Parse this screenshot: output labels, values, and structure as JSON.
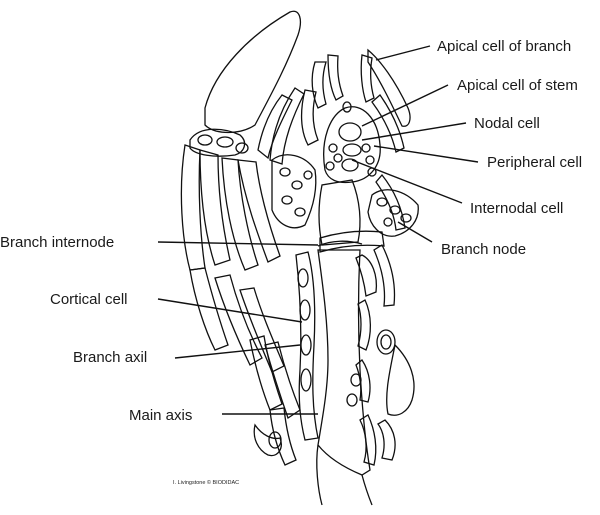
{
  "labels": {
    "apical_branch": "Apical cell of branch",
    "apical_stem": "Apical cell of stem",
    "nodal": "Nodal cell",
    "peripheral": "Peripheral cell",
    "internodal": "Internodal cell",
    "branch_node": "Branch node",
    "branch_internode": "Branch internode",
    "cortical": "Cortical cell",
    "branch_axil": "Branch axil",
    "main_axis": "Main axis"
  },
  "credit": "I. Livingstone © BIODIDAC",
  "line_color": "#111111"
}
